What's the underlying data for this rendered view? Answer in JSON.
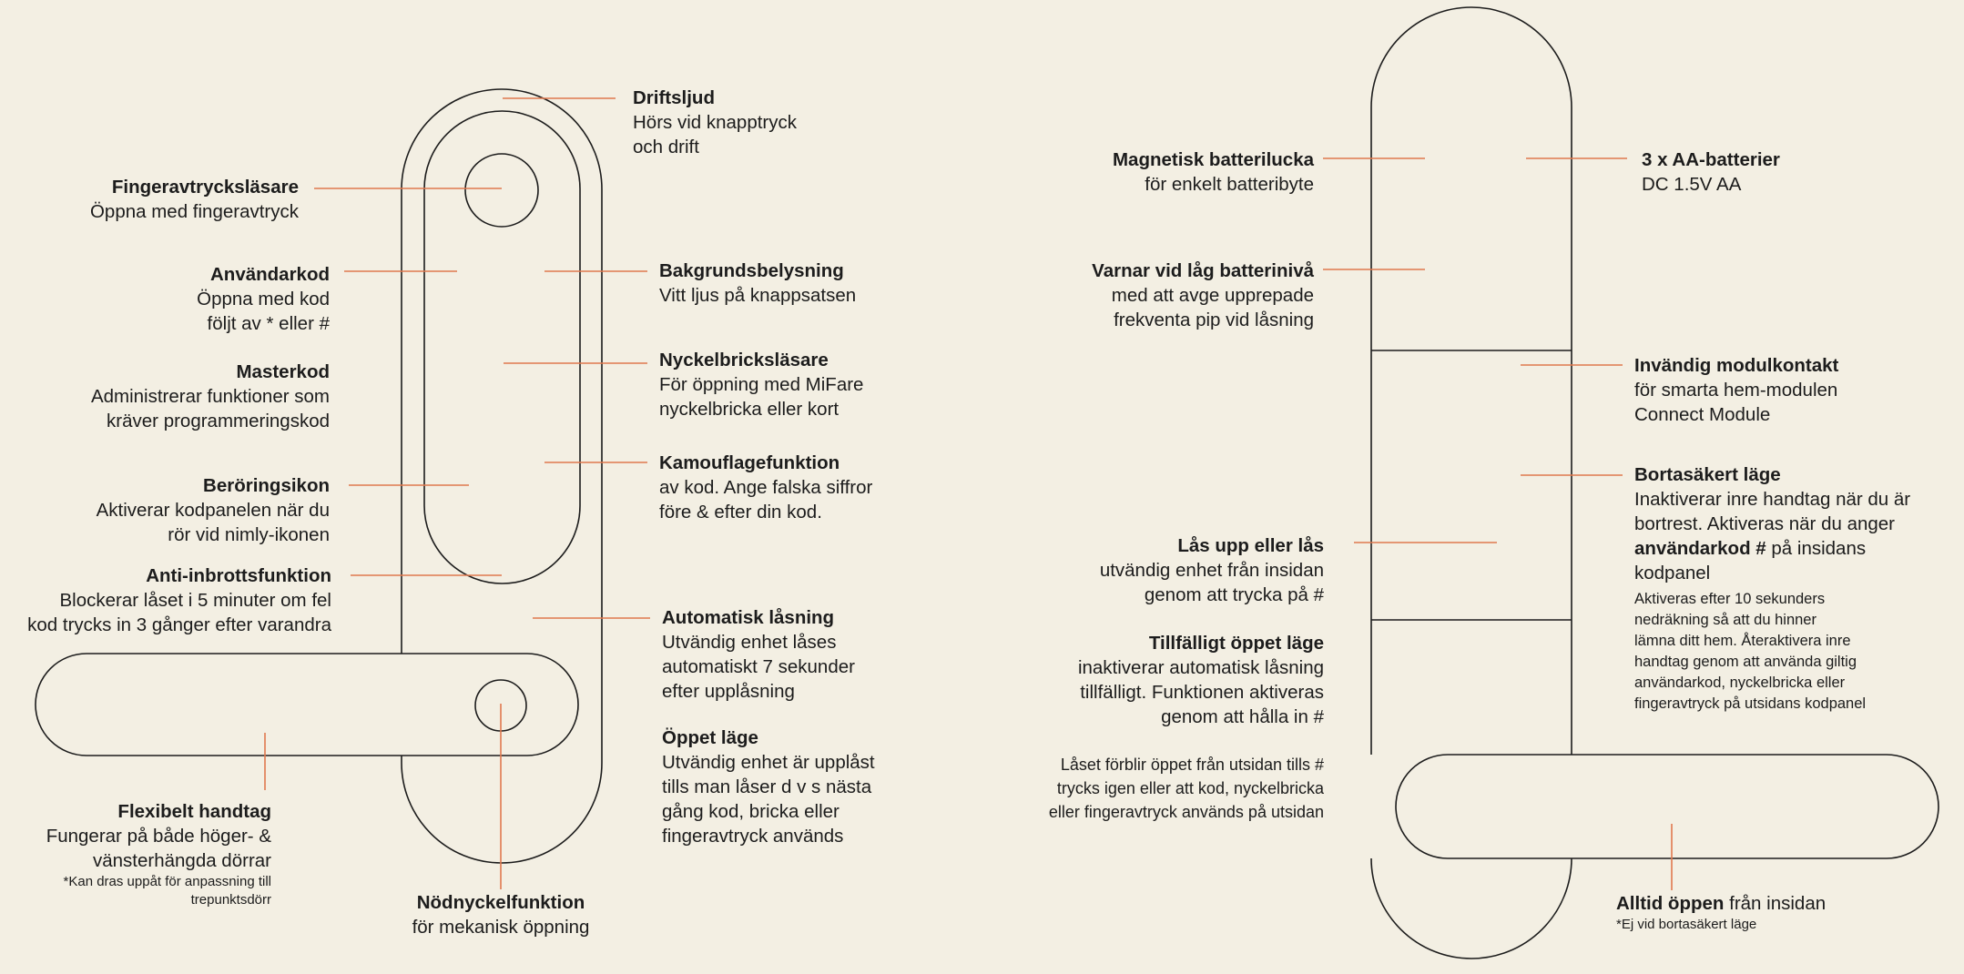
{
  "colors": {
    "background": "#f3efe3",
    "outline": "#1c1c1c",
    "leader_line": "#e0784e"
  },
  "labels": {
    "driftsljud": {
      "title": "Driftsljud",
      "desc": "Hörs vid knapptryck\noch drift"
    },
    "fingeravtryckslasare": {
      "title": "Fingeravtrycksläsare",
      "desc": "Öppna med fingeravtryck"
    },
    "anvandarkod": {
      "title": "Användarkod",
      "desc": "Öppna med kod\nföljt av * eller #"
    },
    "masterkod": {
      "title": "Masterkod",
      "desc": "Administrerar funktioner som\nkräver programmeringskod"
    },
    "beroringsikon": {
      "title": "Beröringsikon",
      "desc": "Aktiverar kodpanelen när du\nrör vid nimly-ikonen"
    },
    "anti_inbrott": {
      "title": "Anti-inbrottsfunktion",
      "desc": "Blockerar låset i 5 minuter om fel\nkod trycks in 3 gånger efter varandra"
    },
    "flexibelt_handtag": {
      "title": "Flexibelt handtag",
      "desc": "Fungerar på både höger- &\nvänsterhängda dörrar",
      "note": "*Kan dras uppåt för anpassning till\ntrepunktsdörr"
    },
    "nodnyckel": {
      "title": "Nödnyckelfunktion",
      "desc": "för mekanisk öppning"
    },
    "bakgrundsbelysning": {
      "title": "Bakgrundsbelysning",
      "desc": "Vitt ljus på knappsatsen"
    },
    "nyckelbricka": {
      "title": "Nyckelbricksläsare",
      "desc": "För öppning med MiFare\nnyckelbricka eller kort"
    },
    "kamouflage": {
      "title": "Kamouflagefunktion",
      "desc": "av kod. Ange falska siffror\nföre & efter din kod."
    },
    "automatisk": {
      "title": "Automatisk låsning",
      "desc": "Utvändig enhet låses\nautomatiskt 7 sekunder\nefter upplåsning"
    },
    "oppet_lage": {
      "title": "Öppet läge",
      "desc": "Utvändig enhet är upplåst\ntills man låser d v s nästa\ngång kod, bricka eller\nfingeravtryck används"
    },
    "magnetisk": {
      "title": "Magnetisk batterilucka",
      "desc": "för enkelt batteribyte"
    },
    "batterier": {
      "title": "3 x AA-batterier",
      "desc": "DC 1.5V AA"
    },
    "varnar": {
      "title": "Varnar vid låg batterinivå",
      "desc": "med att avge upprepade\nfrekventa pip vid låsning"
    },
    "modulkontakt": {
      "title": "Invändig modulkontakt",
      "desc": "för smarta hem-modulen\nConnect Module"
    },
    "bortasakert": {
      "title": "Bortasäkert läge",
      "desc_a": "Inaktiverar inre handtag när du är\nbortrest. Aktiveras när du anger",
      "desc_b_bold": "användarkod  #",
      "desc_b_rest": " på insidans",
      "desc_c": "kodpanel",
      "small": "Aktiveras efter 10 sekunders\nnedräkning så att du hinner\nlämna ditt hem. Återaktivera inre\nhandtag genom att använda giltig\nanvändarkod, nyckelbricka eller\nfingeravtryck på utsidans kodpanel"
    },
    "las_upp": {
      "title": "Lås upp eller lås",
      "desc": "utvändig enhet från insidan\ngenom att trycka på #"
    },
    "tillfalligt": {
      "title": "Tillfälligt öppet läge",
      "desc": "inaktiverar automatisk låsning\ntillfälligt. Funktionen aktiveras\ngenom att hålla in #"
    },
    "laset_forblir": {
      "text": "Låset förblir öppet från utsidan tills #\ntrycks igen eller att kod, nyckelbricka\neller fingeravtryck används på utsidan"
    },
    "alltid_oppen": {
      "title": "Alltid öppen",
      "rest": " från insidan",
      "note": "*Ej vid bortasäkert läge"
    }
  }
}
